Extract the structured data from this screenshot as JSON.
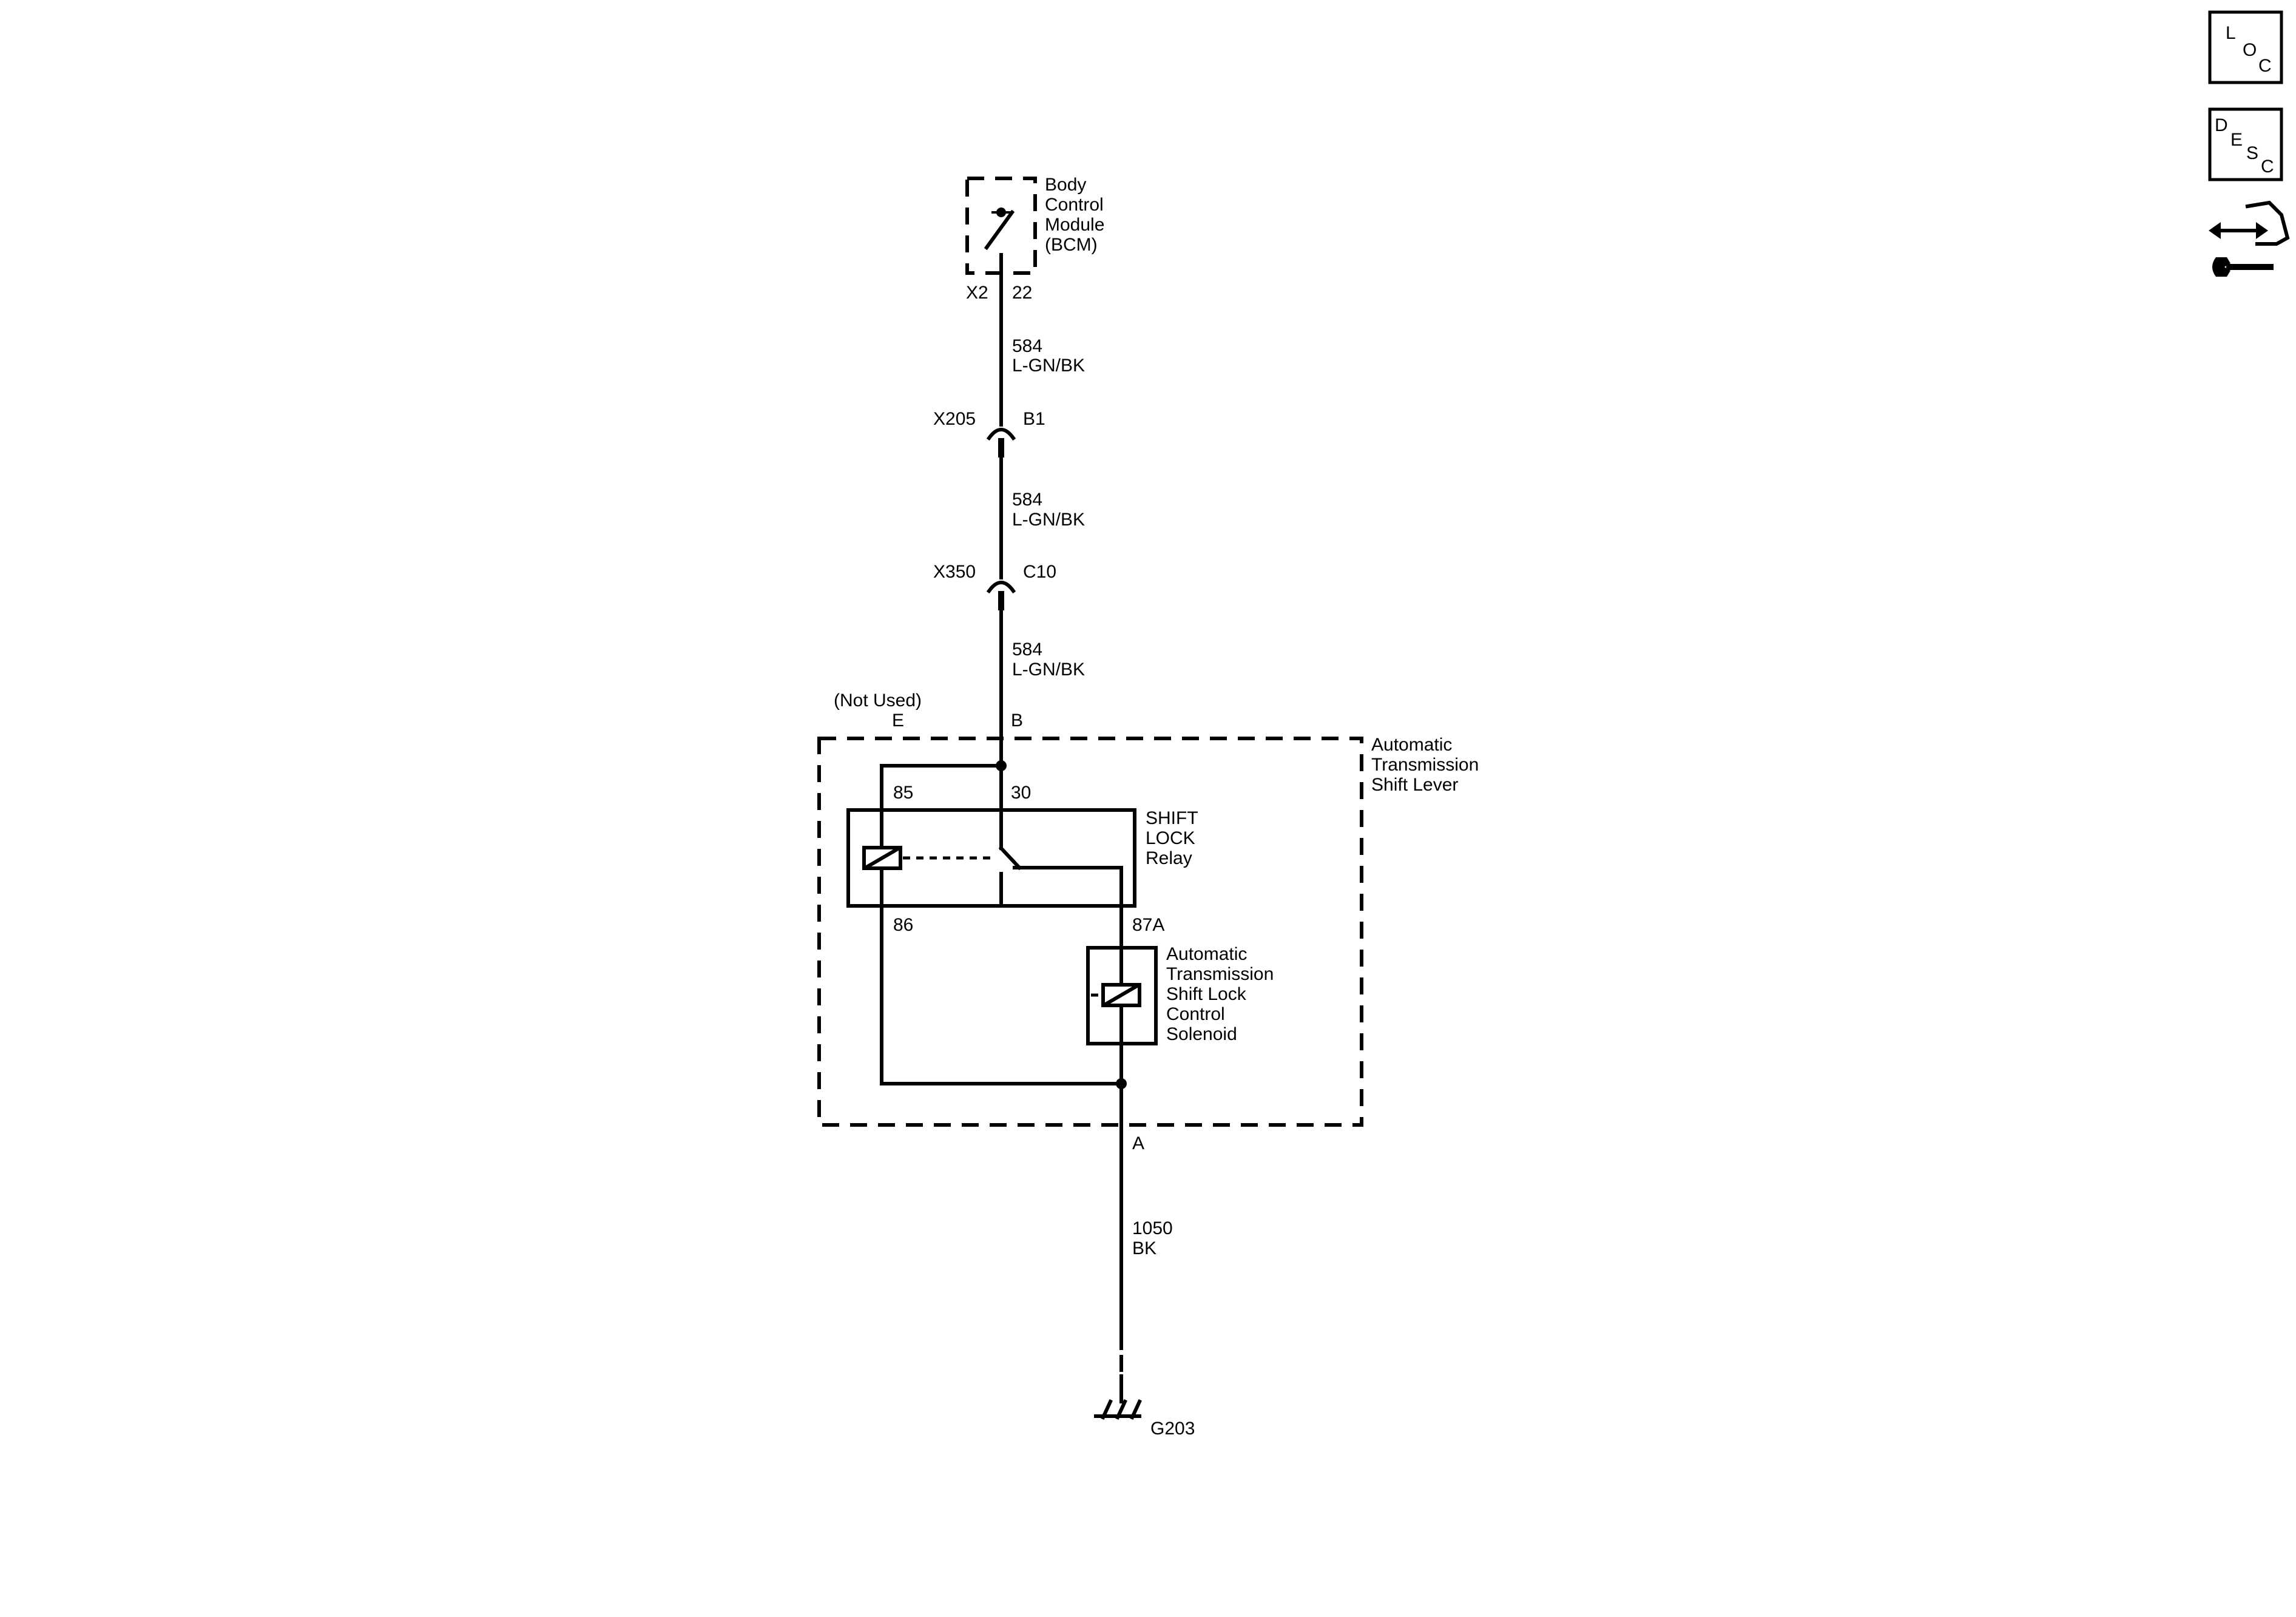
{
  "bcm": {
    "name_lines": [
      "Body",
      "Control",
      "Module",
      "(BCM)"
    ],
    "connector": "X2",
    "pin": "22"
  },
  "wires": {
    "seg1": {
      "circuit": "584",
      "color": "L-GN/BK"
    },
    "seg2": {
      "circuit": "584",
      "color": "L-GN/BK"
    },
    "seg3": {
      "circuit": "584",
      "color": "L-GN/BK"
    },
    "ground": {
      "circuit": "1050",
      "color": "BK"
    }
  },
  "connectors": {
    "x205": {
      "name": "X205",
      "pin": "B1"
    },
    "x350": {
      "name": "X350",
      "pin": "C10"
    }
  },
  "shift_lever": {
    "name_lines": [
      "Automatic",
      "Transmission",
      "Shift Lever"
    ],
    "pin_b": "B",
    "pin_e": "E",
    "not_used": "(Not Used)",
    "pin_a": "A"
  },
  "relay": {
    "name_lines": [
      "SHIFT",
      "LOCK",
      "Relay"
    ],
    "pin_85": "85",
    "pin_30": "30",
    "pin_86": "86",
    "pin_87a": "87A"
  },
  "solenoid": {
    "name_lines": [
      "Automatic",
      "Transmission",
      "Shift Lock",
      "Control",
      "Solenoid"
    ]
  },
  "ground": {
    "name": "G203"
  },
  "icons": {
    "loc": {
      "letters": [
        "L",
        "O",
        "C"
      ],
      "icon": "location-icon"
    },
    "desc": {
      "letters": [
        "D",
        "E",
        "S",
        "C"
      ],
      "icon": "description-icon"
    },
    "service": {
      "icon": "service-wrench-icon"
    }
  }
}
